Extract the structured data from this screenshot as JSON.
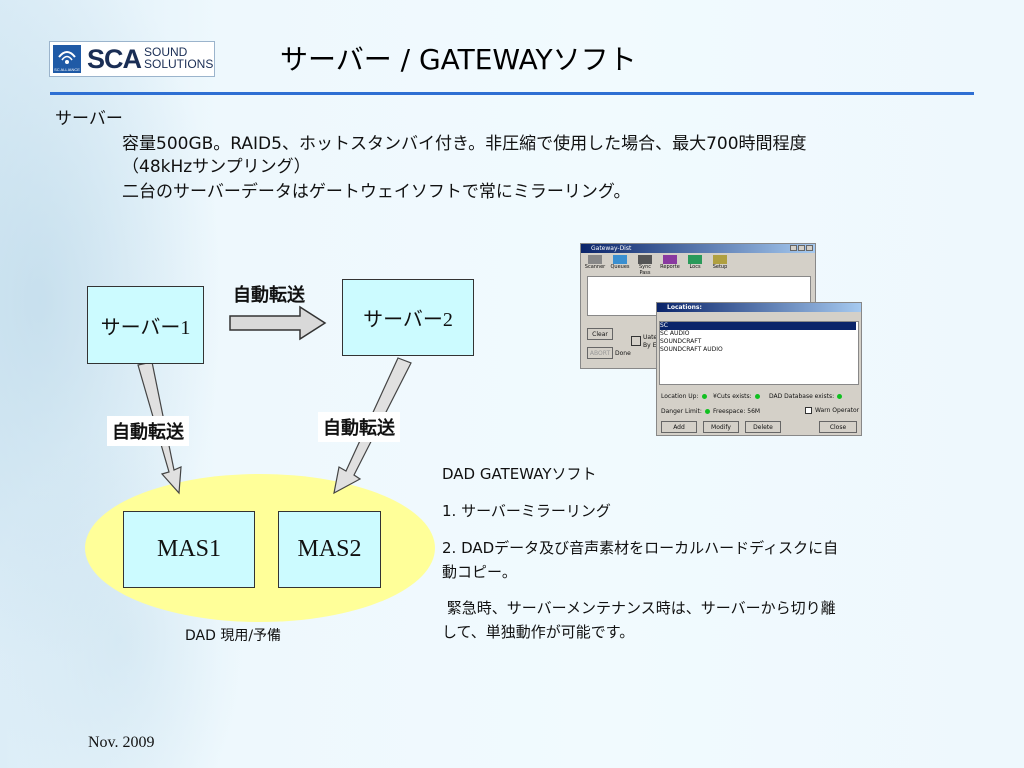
{
  "logo": {
    "emblem_text": "SC ALLIANCE",
    "brand": "SCA",
    "sound": "SOUND",
    "solutions": "SOLUTIONS"
  },
  "title": "サーバー / GATEWAYソフト",
  "server_section": {
    "heading": "サーバー",
    "line1": "容量500GB。RAID5、ホットスタンバイ付き。非圧縮で使用した場合、最大700時間程度",
    "line2": "（48kHzサンプリング）",
    "line3": "二台のサーバーデータはゲートウェイソフトで常にミラーリング。"
  },
  "diagram": {
    "server1": "サーバー1",
    "server2": "サーバー2",
    "transfer_top": "自動転送",
    "transfer_left": "自動転送",
    "transfer_right": "自動転送",
    "mas1": "MAS1",
    "mas2": "MAS2",
    "dad_label": "DAD 現用/予備"
  },
  "screenshot": {
    "main_title": "Gateway-Dist",
    "toolbar": [
      "Scanner",
      "Queues",
      "Sync Pass",
      "Reporte",
      "Locs",
      "Setup"
    ],
    "clear_btn": "Clear",
    "abort_btn": "ABORT",
    "done_label": "Done",
    "side_text1": "Uate",
    "side_text2": "By E",
    "locations_title": "Locations:",
    "locations": [
      "SC",
      "SC AUDIO",
      "SOUNDCRAFT",
      "SOUNDCRAFT AUDIO"
    ],
    "location_up": "Location Up:",
    "cuts_exists": "¥Cuts exists:",
    "dad_db_exists": "DAD Database exists:",
    "danger_limit": "Danger Limit:",
    "freespace": "Freespace: 56M",
    "warn_operator": "Warn Operator",
    "btn_add": "Add",
    "btn_modify": "Modify",
    "btn_delete": "Delete",
    "btn_close": "Close"
  },
  "gateway_section": {
    "heading": "DAD GATEWAYソフト",
    "item1": "1. サーバーミラーリング",
    "item2a": "2. DADデータ及び音声素材をローカルハードディスクに自",
    "item2b": "動コピー。",
    "item3a": " 緊急時、サーバーメンテナンス時は、サーバーから切り離",
    "item3b": "して、単独動作が可能です。"
  },
  "footer": {
    "date": "Nov. 2009"
  },
  "colors": {
    "accent_rule": "#2e6fd3",
    "box_fill": "#ccfbff",
    "ellipse_fill": "#ffff99"
  }
}
